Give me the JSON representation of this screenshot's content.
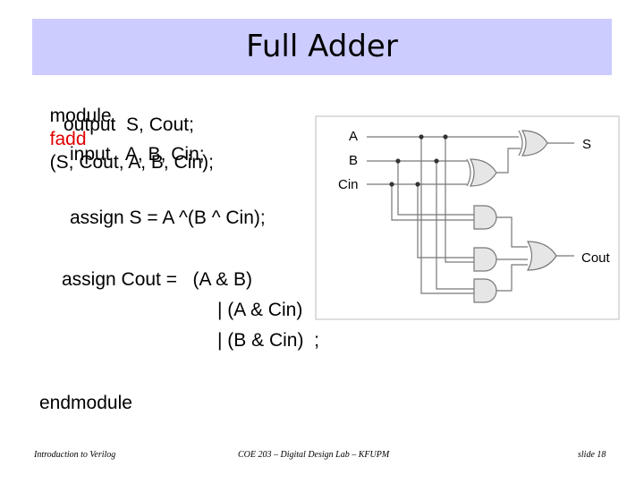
{
  "slide": {
    "title": "Full Adder",
    "code": {
      "module_kw": "module",
      "module_name": "fadd",
      "module_args": "(S, Cout, A, B, Cin);",
      "output_line": "output  S, Cout;",
      "input_line": "input   A, B, Cin;",
      "assign_s": "assign S = A ^(B ^ Cin);",
      "assign_cout_1": "assign Cout =   (A & B)",
      "assign_cout_2": "| (A & Cin)",
      "assign_cout_3": "| (B & Cin)  ;",
      "end": "endmodule"
    },
    "diagram": {
      "label_a": "A",
      "label_b": "B",
      "label_cin": "Cin",
      "label_s": "S",
      "label_cout": "Cout"
    },
    "footer": {
      "left": "Introduction to Verilog",
      "center": "COE 203 – Digital Design Lab – KFUPM",
      "right": "slide 18"
    }
  },
  "colors": {
    "title_bg": "#ccccff",
    "keyword": "#e00000",
    "gate_fill": "#e6e6e6",
    "wire": "#777777"
  }
}
